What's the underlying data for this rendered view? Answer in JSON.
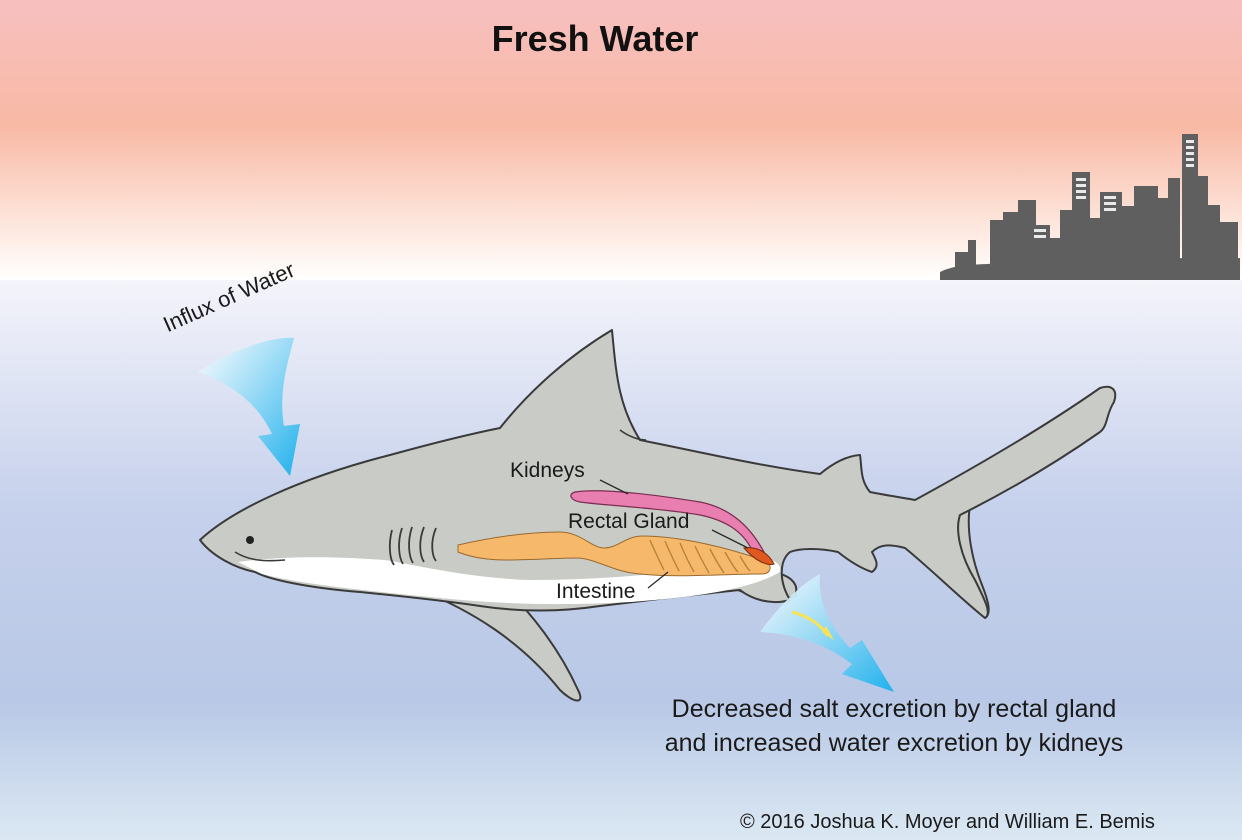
{
  "title": "Fresh Water",
  "labels": {
    "influx": "Influx of Water",
    "kidneys": "Kidneys",
    "rectal_gland": "Rectal Gland",
    "intestine": "Intestine"
  },
  "caption": {
    "line1": "Decreased salt excretion by rectal gland",
    "line2": "and increased water excretion by kidneys"
  },
  "copyright": "© 2016 Joshua K. Moyer and William E. Bemis",
  "colors": {
    "sky_top": "#f7c0c0",
    "sky_bottom": "#ffffff",
    "water_top": "#f4f4fb",
    "water_mid": "#b8c7e6",
    "water_bottom": "#dbe8f3",
    "city": "#606060",
    "shark_body": "#c8cbc6",
    "shark_belly": "#ffffff",
    "kidney": "#e87fb0",
    "intestine": "#f7b96c",
    "rectal_gland": "#e0581e",
    "arrow_blue": "#29b6ec"
  }
}
